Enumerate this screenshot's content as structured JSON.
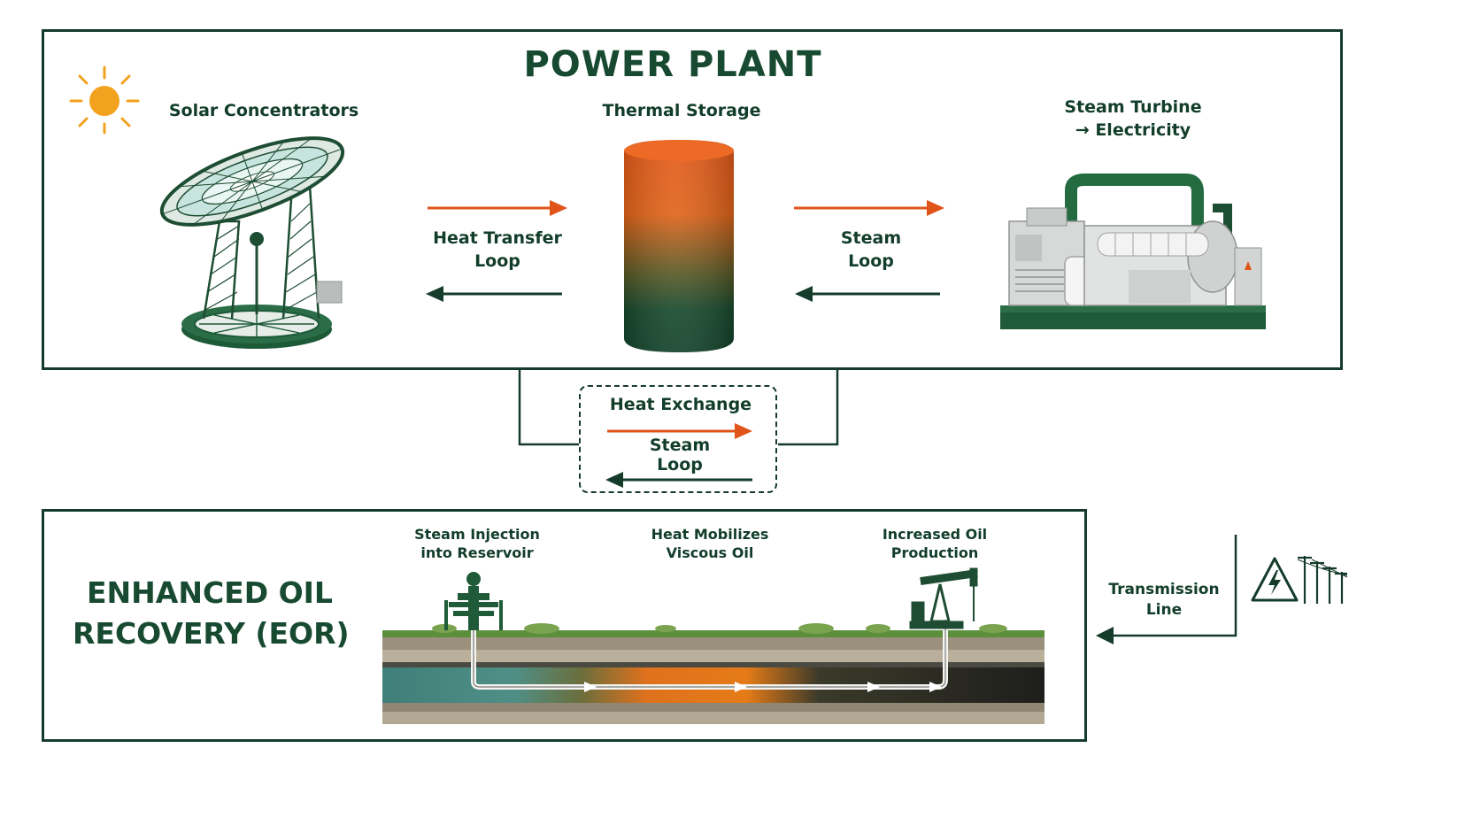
{
  "power_plant": {
    "title": "POWER PLANT",
    "solar_label": "Solar Concentrators",
    "storage_label": "Thermal Storage",
    "turbine_label_line1": "Steam Turbine",
    "turbine_label_line2": "→ Electricity",
    "heat_transfer_line1": "Heat Transfer",
    "heat_transfer_line2": "Loop",
    "steam_loop_line1": "Steam",
    "steam_loop_line2": "Loop"
  },
  "heat_exchange": {
    "title": "Heat Exchange",
    "loop_line1": "Steam",
    "loop_line2": "Loop"
  },
  "eor": {
    "title_line1": "ENHANCED OIL",
    "title_line2": "RECOVERY (EOR)",
    "injection_line1": "Steam Injection",
    "injection_line2": "into Reservoir",
    "mobilizes_line1": "Heat Mobilizes",
    "mobilizes_line2": "Viscous Oil",
    "production_line1": "Increased Oil",
    "production_line2": "Production"
  },
  "transmission": {
    "line1": "Transmission",
    "line2": "Line"
  },
  "colors": {
    "dark_green": "#153b2b",
    "accent_green": "#1f5c3a",
    "orange": "#e0541a",
    "sun": "#f2a21e"
  }
}
